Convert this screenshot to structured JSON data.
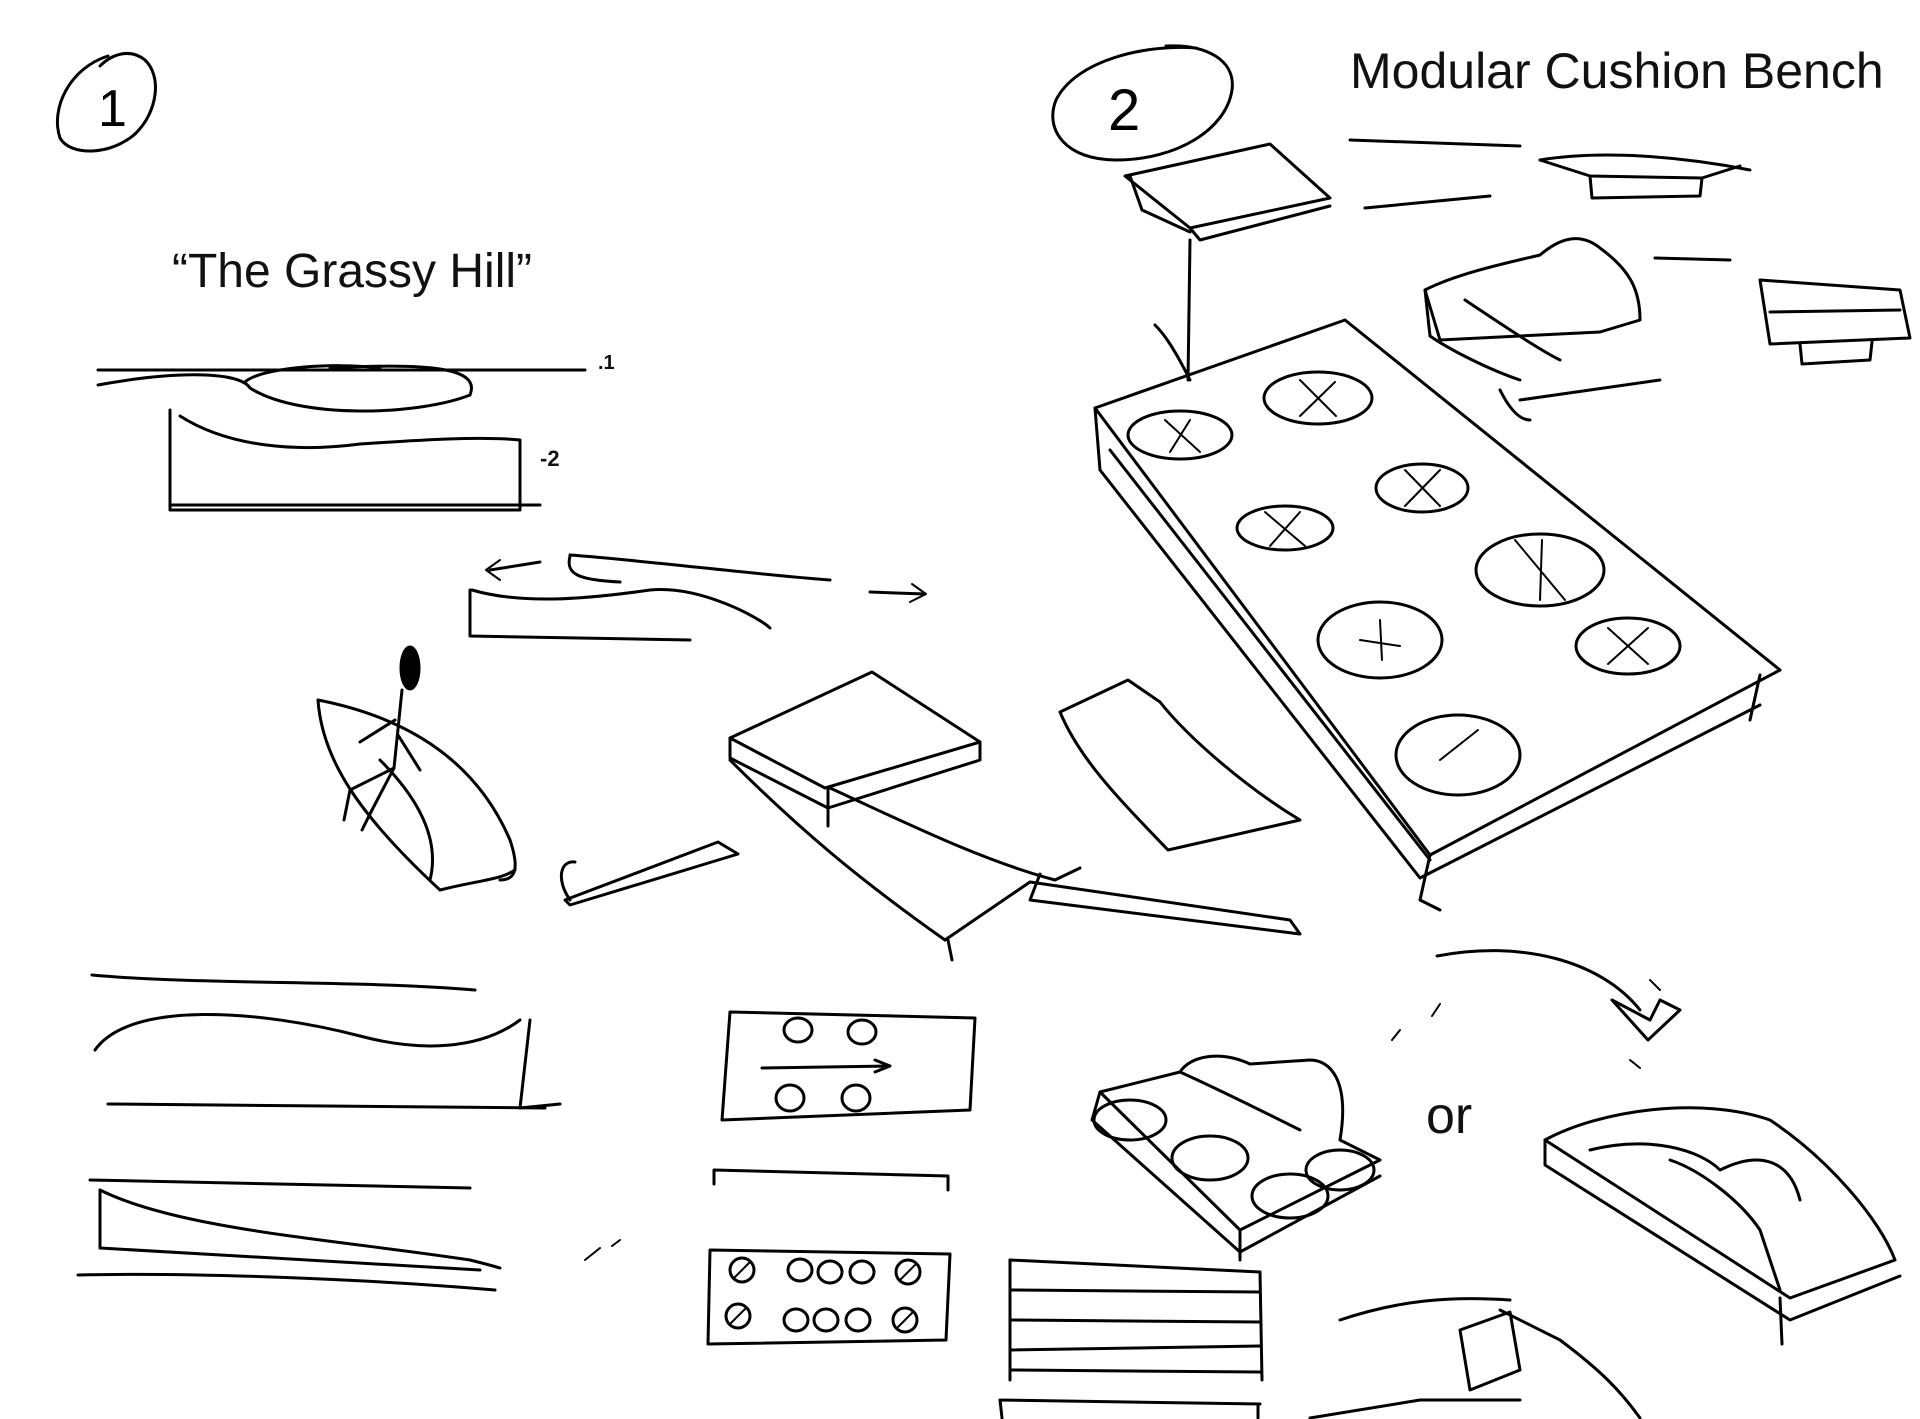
{
  "sketch": {
    "concept_1": {
      "number": "1",
      "title": "“The Grassy Hill”",
      "layer_marks": [
        ".1",
        "-2"
      ]
    },
    "concept_2": {
      "number": "2",
      "title": "Modular Cushion Bench",
      "option_word": "or"
    }
  },
  "style": {
    "ink_color": "#000000",
    "paper_color": "#ffffff"
  }
}
